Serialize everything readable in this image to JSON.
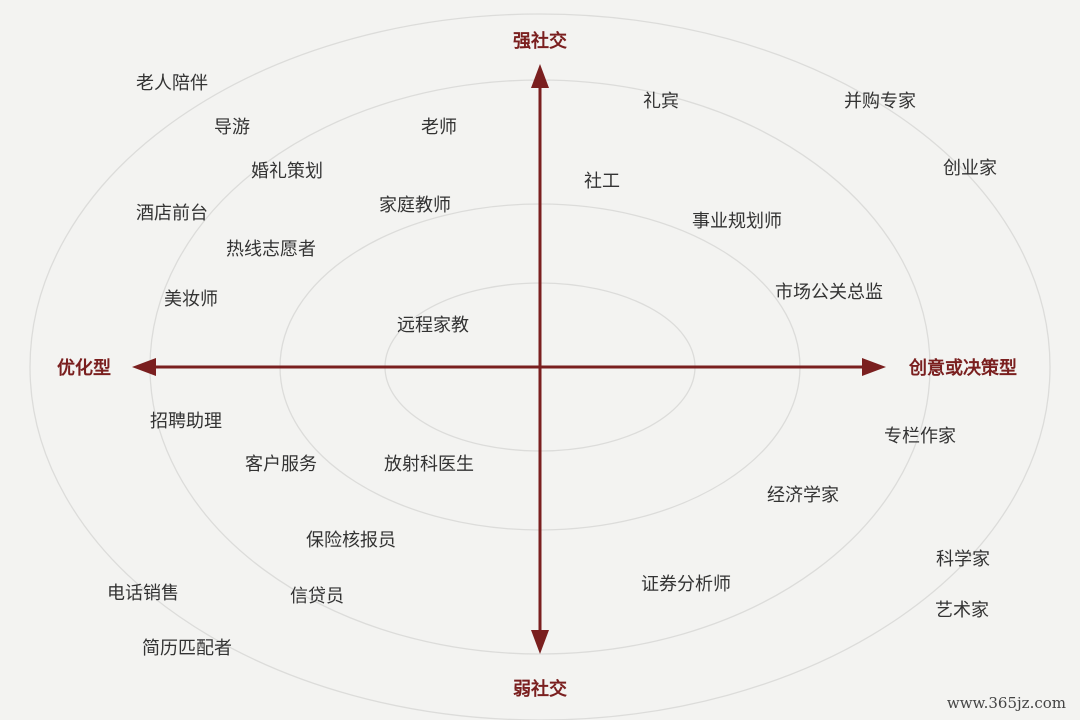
{
  "axes": {
    "top": "强社交",
    "bottom": "弱社交",
    "left": "优化型",
    "right": "创意或决策型"
  },
  "jobs": [
    "老人陪伴",
    "导游",
    "老师",
    "婚礼策划",
    "酒店前台",
    "家庭教师",
    "热线志愿者",
    "美妆师",
    "远程家教",
    "礼宾",
    "并购专家",
    "创业家",
    "社工",
    "事业规划师",
    "市场公关总监",
    "招聘助理",
    "客户服务",
    "放射科医生",
    "保险核报员",
    "电话销售",
    "信贷员",
    "简历匹配者",
    "专栏作家",
    "经济学家",
    "科学家",
    "证券分析师",
    "艺术家"
  ],
  "watermark": "www.365jz.com",
  "colors": {
    "axis": "#7a1f1f",
    "ring": "#dcdcda",
    "text": "#333333",
    "background": "#f3f3f1"
  }
}
